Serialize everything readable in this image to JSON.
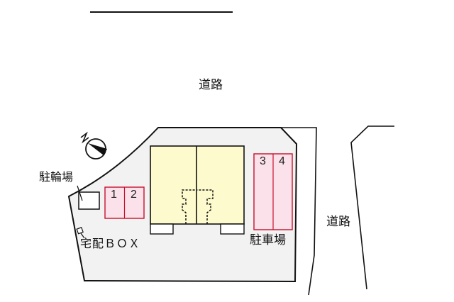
{
  "diagram": {
    "type": "site-layout-plan",
    "labels": {
      "road_top": "道路",
      "road_right": "道路",
      "bicycle_parking": "駐輪場",
      "delivery_box": "宅配ＢＯＸ",
      "parking": "駐車場"
    },
    "parking_spaces": [
      {
        "number": "1"
      },
      {
        "number": "2"
      },
      {
        "number": "3"
      },
      {
        "number": "4"
      }
    ],
    "compass": {
      "direction_label": "N"
    },
    "colors": {
      "lot_fill": "#f2f2f2",
      "building_fill": "#fdfacd",
      "parking_fill": "#fbe1ea",
      "parking_border": "#c8102e",
      "line": "#111111"
    }
  }
}
